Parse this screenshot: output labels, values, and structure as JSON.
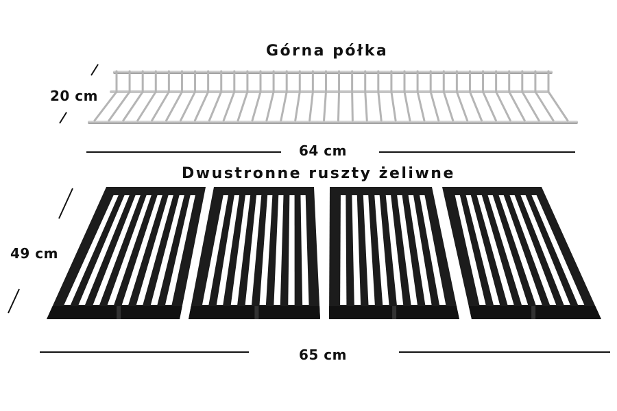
{
  "diagram": {
    "top_section": {
      "title": "Górna półka",
      "height_label": "20 cm",
      "width_label": "64 cm",
      "material_color": "#c8c8c8"
    },
    "bottom_section": {
      "title": "Dwustronne ruszty żeliwne",
      "height_label": "49 cm",
      "width_label": "65 cm",
      "grate_count": 4,
      "material_color": "#1a1a1a"
    }
  }
}
